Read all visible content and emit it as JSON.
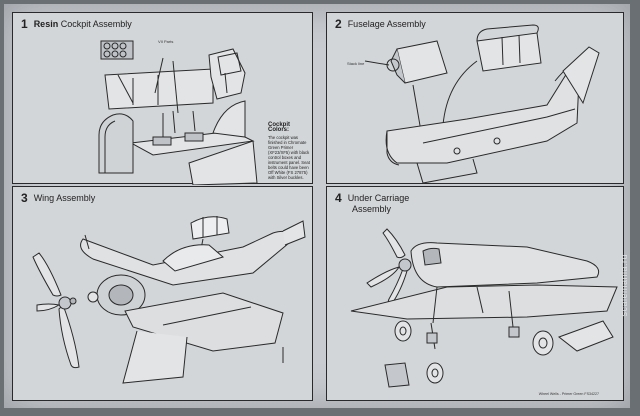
{
  "steps": [
    {
      "number": "1",
      "title_bold": "Resin",
      "title": "Cockpit Assembly"
    },
    {
      "number": "2",
      "title": "Fuselage Assembly"
    },
    {
      "number": "3",
      "title": "Wing Assembly"
    },
    {
      "number": "4",
      "title": "Under Carriage",
      "subtitle": "Assembly"
    }
  ],
  "labels": {
    "vii_parts": "VII Parts",
    "stack_line": "Stack line"
  },
  "cockpit_colors": {
    "heading": "Cockpit Colors:",
    "body": "The cockpit was finished in Chromate Green Primer (XF23/XF5) with black control boxes and instrument panel. Seat belts could have been Off White (FS 27875) with Silver buckles."
  },
  "footer_note": "Wheel Wells - Primer Green FS34227",
  "watermark": "scalemania.ru",
  "colors": {
    "paper": "#c9cdd1",
    "panel": "#d3d6d9",
    "ink": "#2a2a2a"
  }
}
